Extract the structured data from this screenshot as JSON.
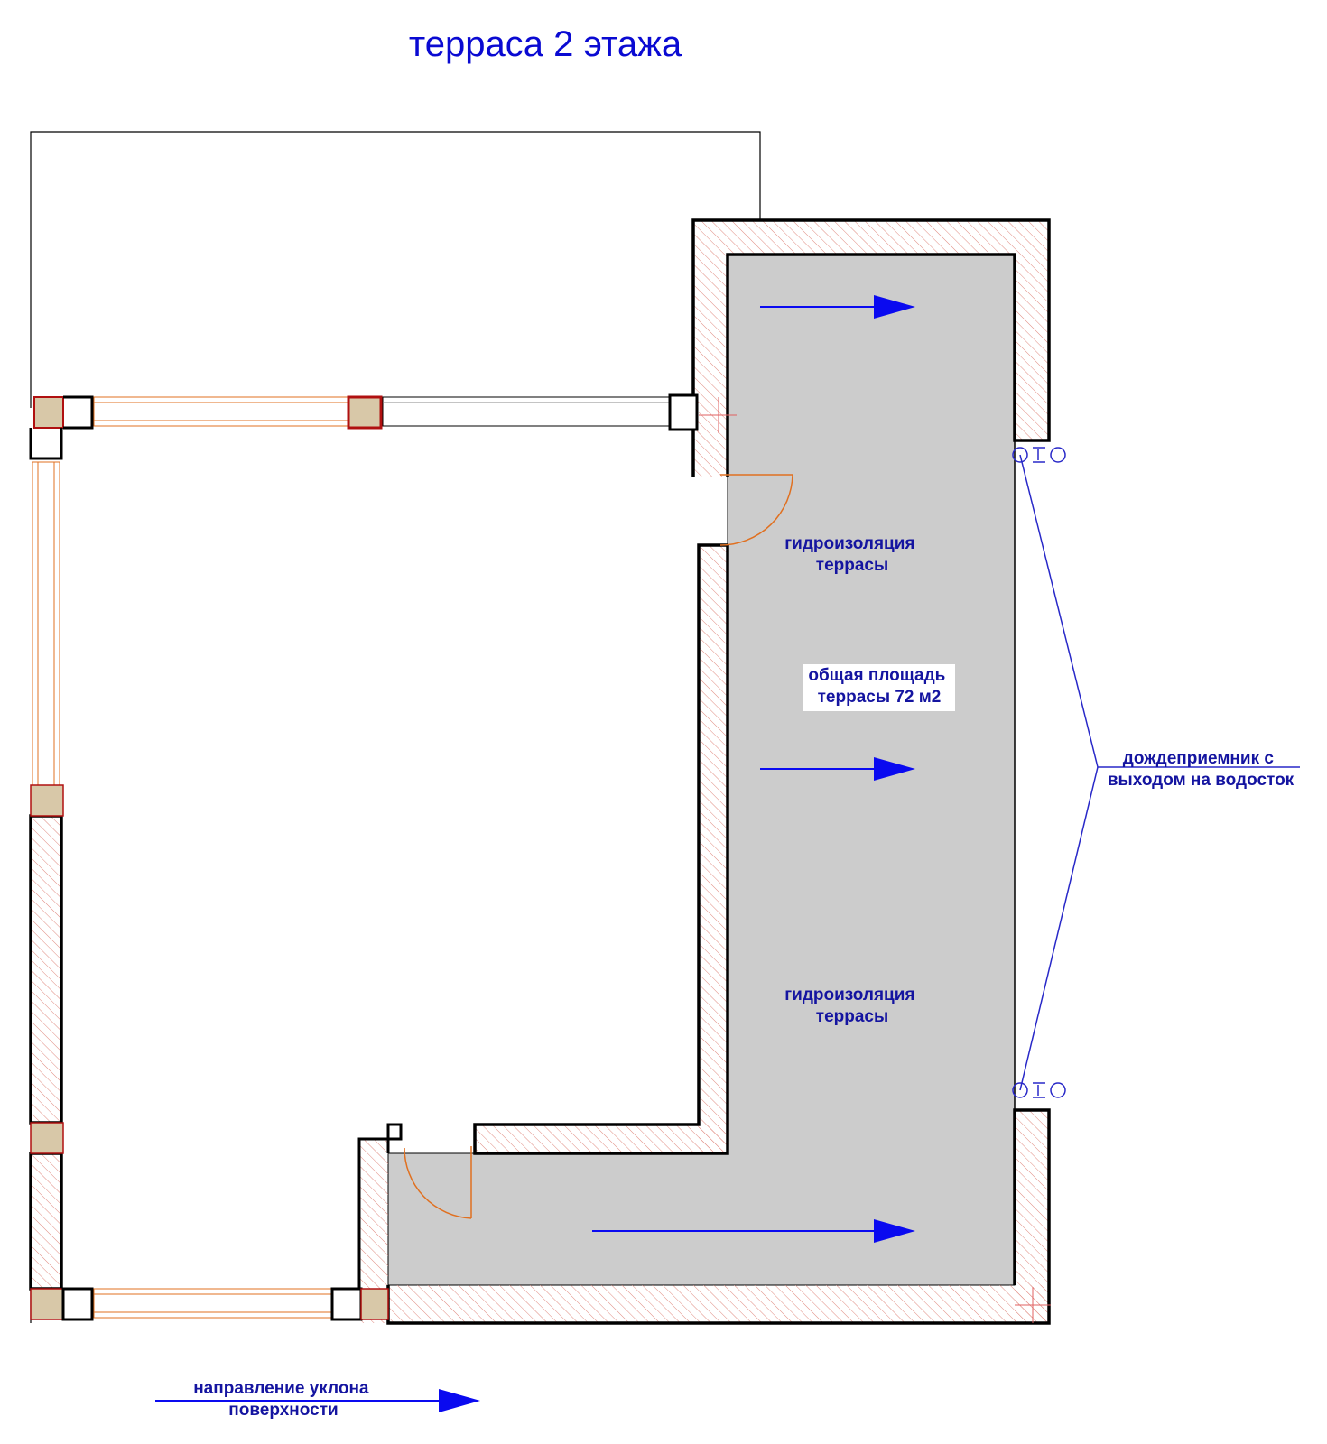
{
  "title": "терраса 2 этажа",
  "labels": {
    "waterproofing_upper": [
      "гидроизоляция",
      "террасы"
    ],
    "total_area": [
      "общая площадь",
      "террасы 72 м2"
    ],
    "waterproofing_lower": [
      "гидроизоляция",
      "террасы"
    ],
    "rain_inlet": [
      "дождеприемник с",
      "выходом на водосток"
    ],
    "slope_direction": [
      "направление уклона",
      "поверхности"
    ]
  },
  "colors": {
    "title": "#0a0ad2",
    "annotation": "#1414a0",
    "arrow": "#0a0af0",
    "leader": "#2828c8",
    "terrace_fill": "#cccccc",
    "wall_hatch": "#e08a80",
    "wall_outline": "#000000",
    "door_swing": "#e07020",
    "column_fill": "#d8c8a8",
    "column_outline": "#b01010"
  }
}
